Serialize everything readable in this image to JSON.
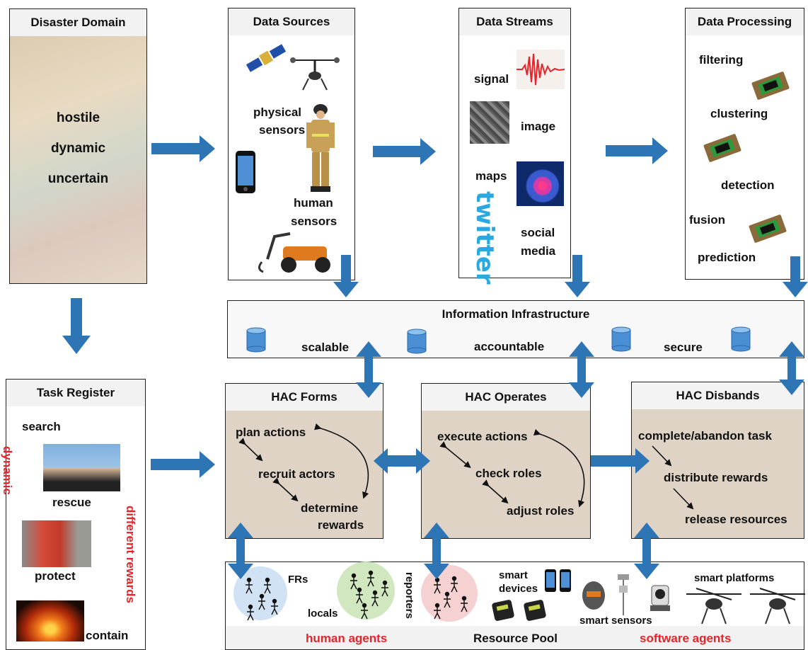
{
  "disaster": {
    "title": "Disaster Domain",
    "attrs": [
      "hostile",
      "dynamic",
      "uncertain"
    ]
  },
  "sources": {
    "title": "Data Sources",
    "physical": "physical\nsensors",
    "physical_1": "physical",
    "physical_2": "sensors",
    "human_1": "human",
    "human_2": "sensors"
  },
  "streams": {
    "title": "Data Streams",
    "signal": "signal",
    "image": "image",
    "maps": "maps",
    "social_1": "social",
    "social_2": "media",
    "twitter": "twitter"
  },
  "processing": {
    "title": "Data Processing",
    "filtering": "filtering",
    "clustering": "clustering",
    "detection": "detection",
    "fusion": "fusion",
    "prediction": "prediction"
  },
  "infra": {
    "title": "Information Infrastructure",
    "scalable": "scalable",
    "accountable": "accountable",
    "secure": "secure"
  },
  "task": {
    "title": "Task Register",
    "search": "search",
    "rescue": "rescue",
    "protect": "protect",
    "contain": "contain",
    "dynamic": "dynamic",
    "different_rewards": "different rewards"
  },
  "forms": {
    "title": "HAC Forms",
    "plan": "plan actions",
    "recruit": "recruit actors",
    "determine": "determine",
    "rewards": "rewards"
  },
  "operates": {
    "title": "HAC Operates",
    "execute": "execute actions",
    "check": "check roles",
    "adjust": "adjust roles"
  },
  "disbands": {
    "title": "HAC Disbands",
    "complete": "complete/abandon task",
    "distribute": "distribute rewards",
    "release": "release resources"
  },
  "pool": {
    "title": "Resource Pool",
    "human_agents": "human agents",
    "software_agents": "software agents",
    "frs": "FRs",
    "locals": "locals",
    "reporters": "reporters",
    "smart_devices_1": "smart",
    "smart_devices_2": "devices",
    "smart_sensors": "smart sensors",
    "smart_platforms": "smart platforms"
  },
  "colors": {
    "arrow": "#2e75b6",
    "red": "#e8232a",
    "hac_bg": "#ded3c4"
  }
}
